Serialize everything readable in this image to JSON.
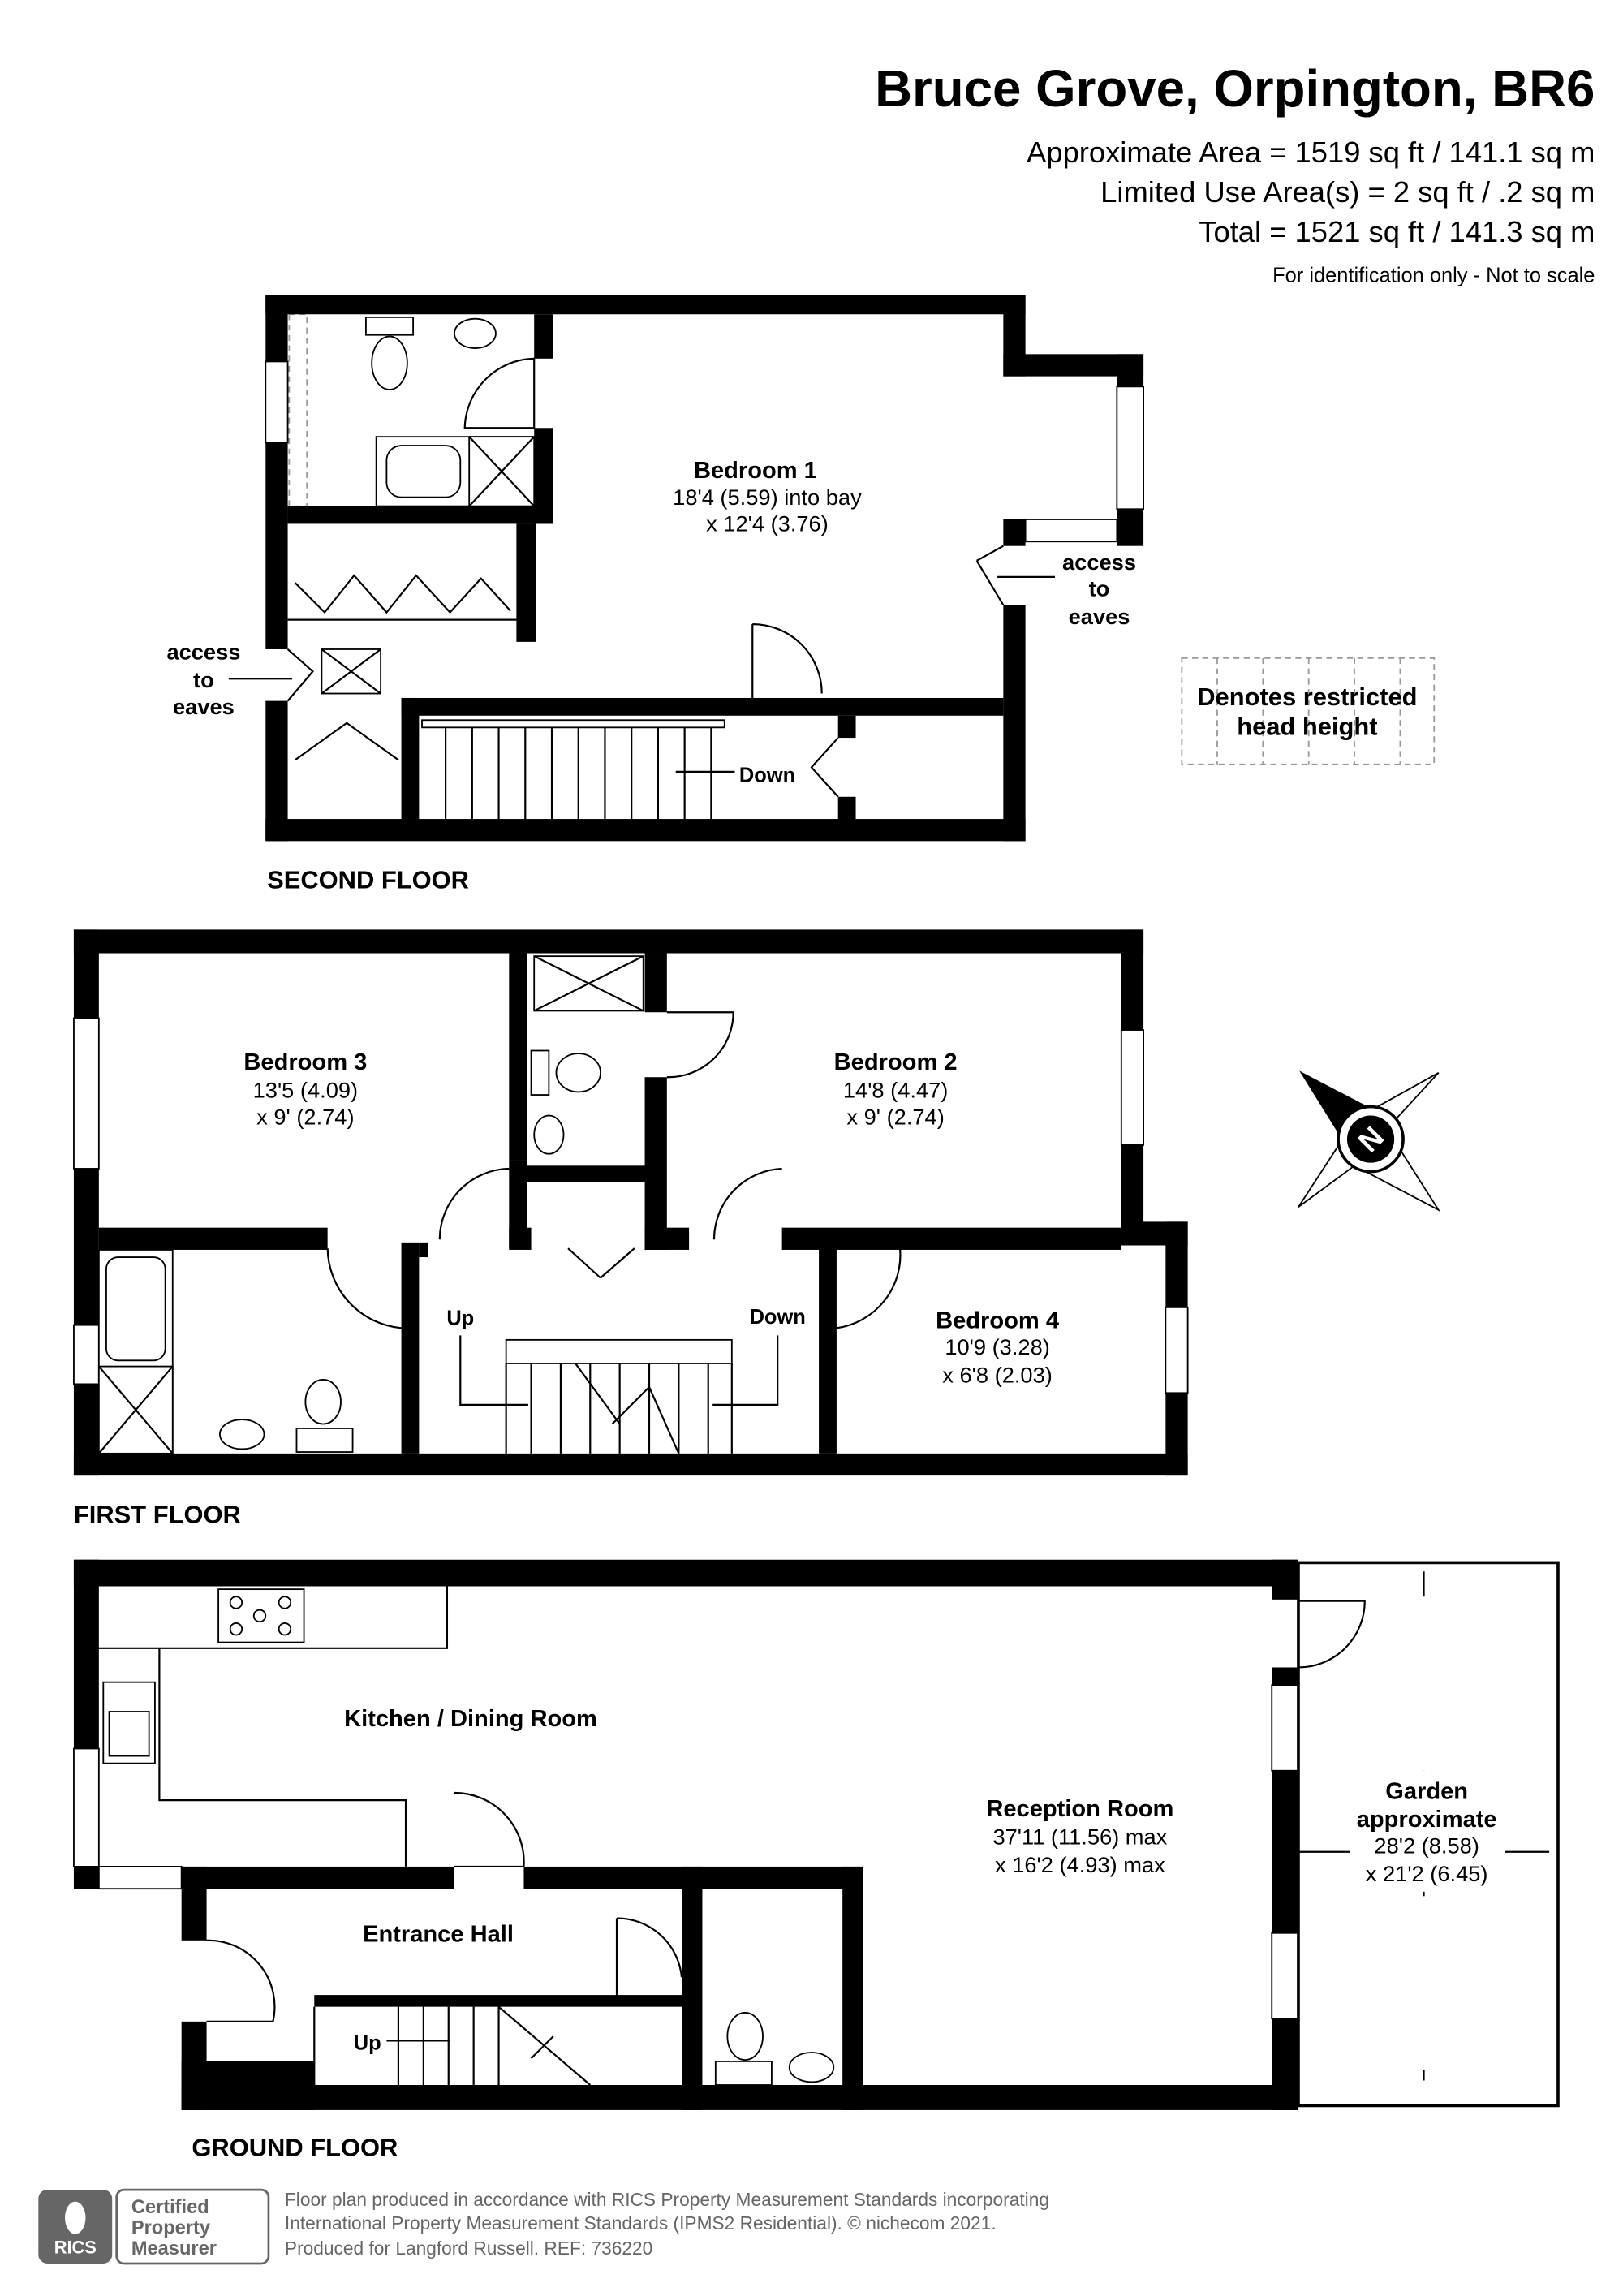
{
  "header": {
    "title": "Bruce Grove, Orpington, BR6",
    "area_lines": [
      "Approximate Area = 1519 sq ft / 141.1 sq m",
      "Limited Use Area(s) = 2 sq ft / .2 sq m",
      "Total = 1521 sq ft / 141.3 sq m"
    ],
    "disclaimer": "For identification only - Not to scale"
  },
  "legend": {
    "restricted_label_1": "Denotes restricted",
    "restricted_label_2": "head height"
  },
  "compass": {
    "letter": "N"
  },
  "second_floor": {
    "label": "SECOND FLOOR",
    "bedroom1": {
      "name": "Bedroom 1",
      "dim1": "18'4 (5.59) into bay",
      "dim2": "x 12'4 (3.76)"
    },
    "eaves_left": [
      "access",
      "to",
      "eaves"
    ],
    "eaves_right": [
      "access",
      "to",
      "eaves"
    ],
    "stairs": "Down"
  },
  "first_floor": {
    "label": "FIRST FLOOR",
    "bedroom3": {
      "name": "Bedroom 3",
      "dim1": "13'5 (4.09)",
      "dim2": "x 9' (2.74)"
    },
    "bedroom2": {
      "name": "Bedroom 2",
      "dim1": "14'8 (4.47)",
      "dim2": "x 9' (2.74)"
    },
    "bedroom4": {
      "name": "Bedroom 4",
      "dim1": "10'9 (3.28)",
      "dim2": "x 6'8 (2.03)"
    },
    "stairs_up": "Up",
    "stairs_down": "Down"
  },
  "ground_floor": {
    "label": "GROUND FLOOR",
    "kitchen": {
      "name": "Kitchen / Dining Room"
    },
    "reception": {
      "name": "Reception Room",
      "dim1": "37'11 (11.56) max",
      "dim2": "x 16'2 (4.93) max"
    },
    "hall": {
      "name": "Entrance Hall"
    },
    "stairs_up": "Up",
    "garden": {
      "name1": "Garden",
      "name2": "approximate",
      "dim1": "28'2 (8.58)",
      "dim2": "x 21'2 (6.45)"
    }
  },
  "footer": {
    "badge_org": "RICS",
    "badge_lines": [
      "Certified",
      "Property",
      "Measurer"
    ],
    "lines": [
      "Floor plan produced in accordance with RICS Property Measurement Standards incorporating",
      "International Property Measurement Standards (IPMS2 Residential).   © nichecom 2021.",
      "Produced for Langford Russell.   REF: 736220"
    ]
  }
}
